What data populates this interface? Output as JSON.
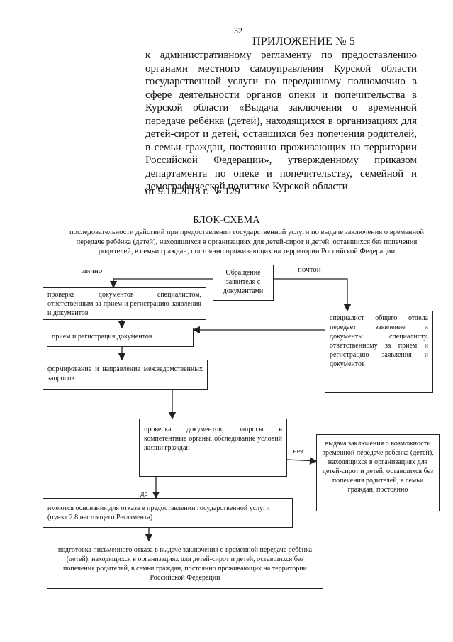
{
  "page_number": "32",
  "header": {
    "appendix": "ПРИЛОЖЕНИЕ № 5",
    "body": "к административному регламенту по предоставлению органами местного самоуправления Курской области государственной услуги по переданному полномочию в сфере деятельности органов опеки и попечительства в Курской области «Выдача заключения о временной передаче ребёнка (детей), находящихся в организациях для детей-сирот и детей, оставшихся без попечения родителей, в семьи граждан, постоянно проживающих на территории Российской Федерации», утвержденному приказом департамента по опеке и попечительству, семейной и демографической политике Курской области",
    "last_line": "от 9.10.2018 г. № 129"
  },
  "title": "БЛОК-СХЕМА",
  "subtitle": "последовательности действий при предоставлении государственной услуги по выдаче заключения о временной передаче ребёнка (детей), находящихся в организациях для детей-сирот и детей, оставшихся без попечения родителей, в семьи граждан, постоянно проживающих на территории Российской Федерации",
  "nodes": {
    "appeal": "Обращение заявителя с документами",
    "check_docs": "проверка документов специалистом, ответственным за прием и регистрацию заявления и документов",
    "general_dept": "специалист общего отдела передает заявление и документы специалисту, ответственному за прием и регистрацию заявления и документов",
    "reception": "прием и регистрация документов",
    "requests": "формирование и направление межведомственных запросов",
    "verification": "проверка документов, запросы в компетентные органы, обследование условий жизни граждан",
    "issue_conclusion": "выдача заключения о возможности временной передаче ребёнка (детей), находящихся в организациях для детей-сирот и детей, оставшихся без попечения родителей, в семьи граждан, постоянно",
    "refusal_grounds": "имеются основания для отказа в предоставлении государственной услуги (пункт 2.8 настоящего Регламента)",
    "refusal_letter": "подготовка письменного отказа в выдаче заключения о временной передаче ребёнка (детей), находящихся в организациях для детей-сирот и детей, оставшихся без попечения родителей, в семьи граждан, постоянно проживающих на территории Российской Федерации"
  },
  "labels": {
    "in_person": "лично",
    "by_mail": "почтой",
    "no": "нет",
    "yes": "да"
  }
}
